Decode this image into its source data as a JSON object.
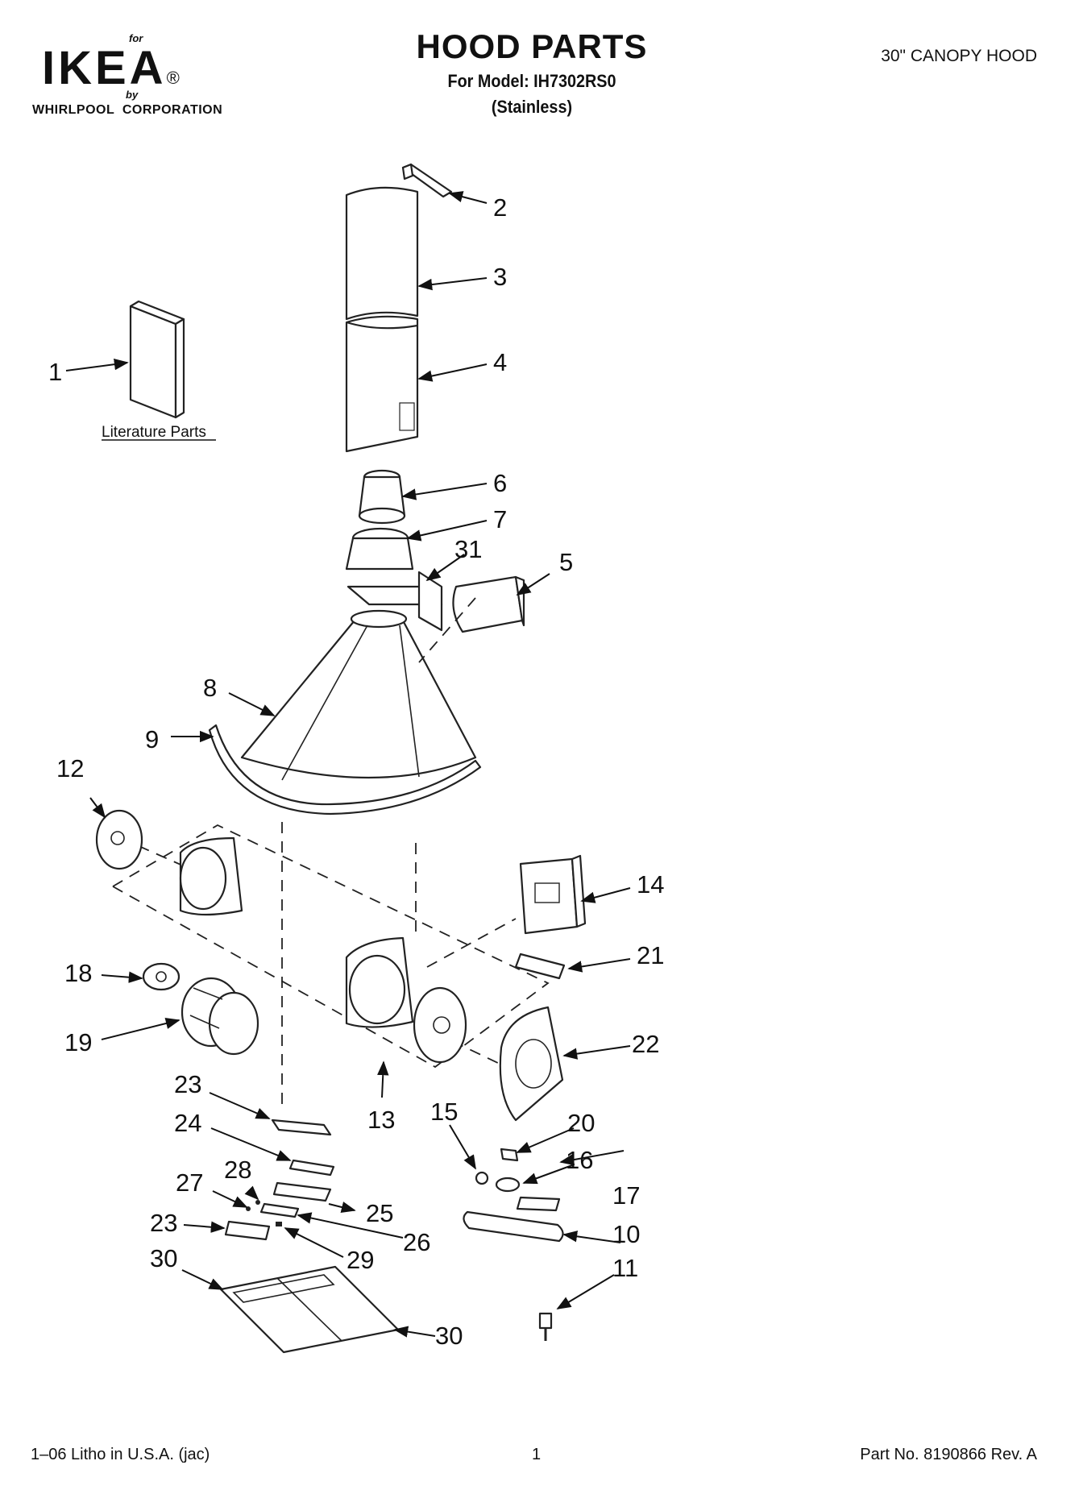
{
  "header": {
    "brand_for": "for",
    "brand_name": "IKEA",
    "brand_reg": "®",
    "brand_by": "by",
    "brand_corp": "WHIRLPOOL  CORPORATION",
    "title": "HOOD PARTS",
    "model_line": "For Model: IH7302RS0",
    "finish": "(Stainless)",
    "hood_type": "30\" CANOPY HOOD"
  },
  "diagram": {
    "literature_label": "Literature Parts",
    "callouts": [
      {
        "id": "c1",
        "label": "1"
      },
      {
        "id": "c2",
        "label": "2"
      },
      {
        "id": "c3",
        "label": "3"
      },
      {
        "id": "c4",
        "label": "4"
      },
      {
        "id": "c5",
        "label": "5"
      },
      {
        "id": "c6",
        "label": "6"
      },
      {
        "id": "c7",
        "label": "7"
      },
      {
        "id": "c8",
        "label": "8"
      },
      {
        "id": "c9",
        "label": "9"
      },
      {
        "id": "c10",
        "label": "10"
      },
      {
        "id": "c11",
        "label": "11"
      },
      {
        "id": "c12",
        "label": "12"
      },
      {
        "id": "c13",
        "label": "13"
      },
      {
        "id": "c14",
        "label": "14"
      },
      {
        "id": "c15",
        "label": "15"
      },
      {
        "id": "c16",
        "label": "16"
      },
      {
        "id": "c17",
        "label": "17"
      },
      {
        "id": "c18",
        "label": "18"
      },
      {
        "id": "c19",
        "label": "19"
      },
      {
        "id": "c20",
        "label": "20"
      },
      {
        "id": "c21",
        "label": "21"
      },
      {
        "id": "c22",
        "label": "22"
      },
      {
        "id": "c23a",
        "label": "23"
      },
      {
        "id": "c23b",
        "label": "23"
      },
      {
        "id": "c24",
        "label": "24"
      },
      {
        "id": "c25",
        "label": "25"
      },
      {
        "id": "c26",
        "label": "26"
      },
      {
        "id": "c27",
        "label": "27"
      },
      {
        "id": "c28",
        "label": "28"
      },
      {
        "id": "c29",
        "label": "29"
      },
      {
        "id": "c30a",
        "label": "30"
      },
      {
        "id": "c30b",
        "label": "30"
      },
      {
        "id": "c31",
        "label": "31"
      }
    ]
  },
  "footer": {
    "litho": "1–06 Litho in U.S.A. (jac)",
    "page": "1",
    "part_no": "Part No. 8190866 Rev. A"
  }
}
